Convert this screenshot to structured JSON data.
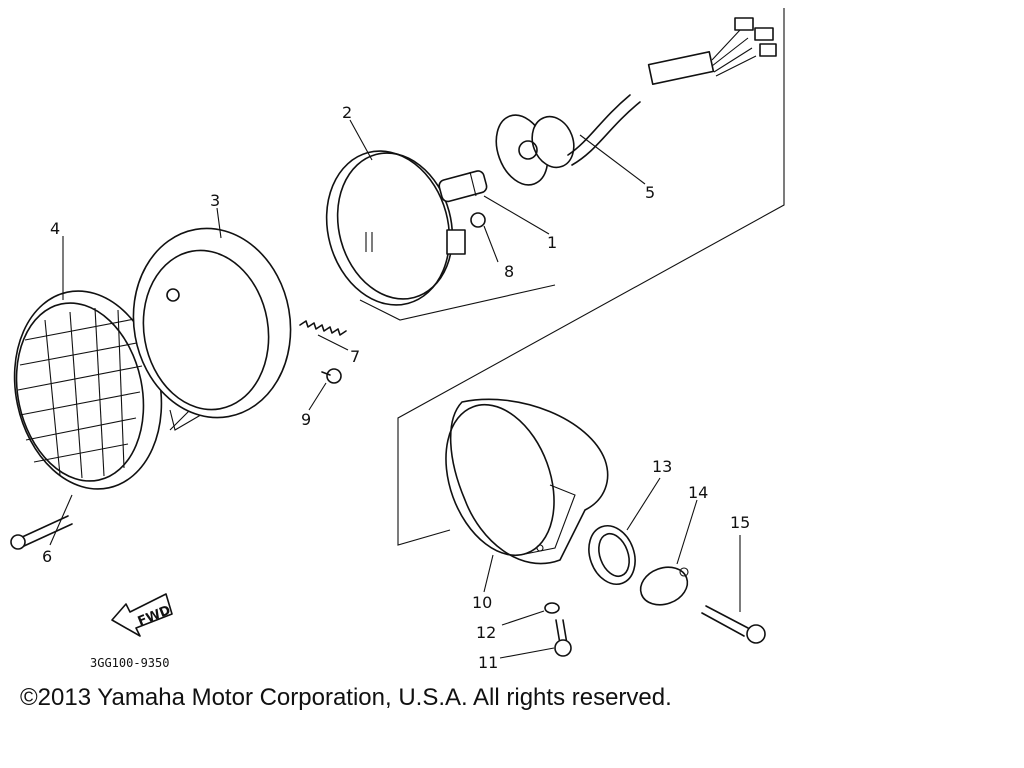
{
  "diagram": {
    "callouts": [
      "1",
      "2",
      "3",
      "4",
      "5",
      "6",
      "7",
      "8",
      "9",
      "10",
      "12",
      "11",
      "13",
      "14",
      "15"
    ],
    "diagram_code": "3GG100-9350",
    "fwd_label": "FWD"
  },
  "footer": {
    "copyright": "©2013 Yamaha Motor Corporation, U.S.A. All rights reserved."
  }
}
